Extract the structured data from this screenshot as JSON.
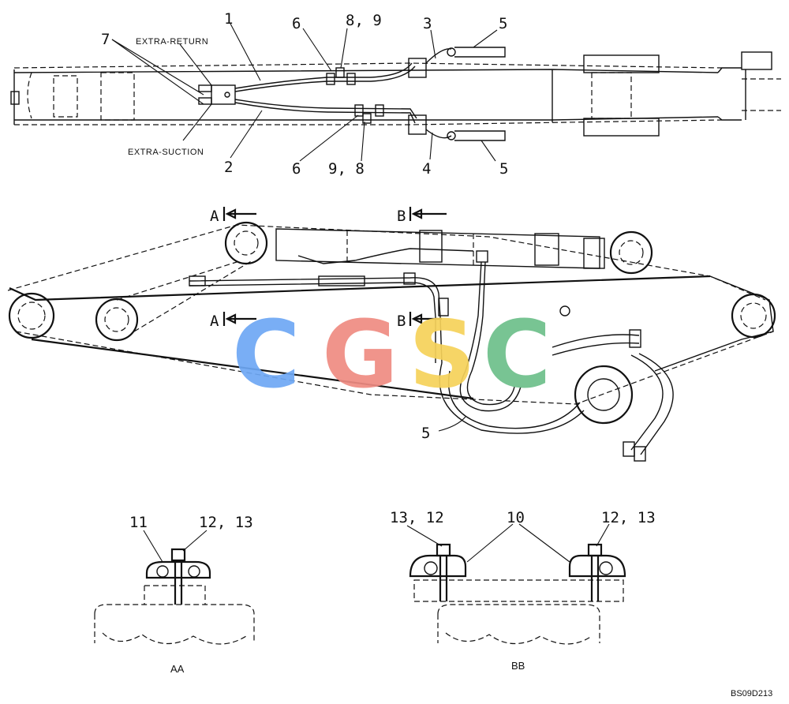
{
  "labels": {
    "extra_return": "EXTRA-RETURN",
    "extra_suction": "EXTRA-SUCTION",
    "callout_1": "1",
    "callout_2": "2",
    "callout_3": "3",
    "callout_4": "4",
    "callout_5_top": "5",
    "callout_5_bottom": "5",
    "callout_5_side": "5",
    "callout_6_top": "6",
    "callout_6_bottom": "6",
    "callout_7": "7",
    "callout_89": "8, 9",
    "callout_98": "9, 8",
    "section_a_top": "A",
    "section_b_top": "B",
    "section_a_bottom": "A",
    "section_b_bottom": "B",
    "aa_callout_11": "11",
    "aa_callout_1213": "12, 13",
    "bb_callout_1312": "13, 12",
    "bb_callout_10": "10",
    "bb_callout_1213": "12, 13",
    "view_aa": "AA",
    "view_bb": "BB",
    "drawing_code": "BS09D213"
  },
  "watermark": {
    "letters": [
      "C",
      "G",
      "S",
      "C"
    ],
    "colors": [
      "#6ea8f5",
      "#ef8b82",
      "#f6d25a",
      "#6dbf8a"
    ]
  }
}
